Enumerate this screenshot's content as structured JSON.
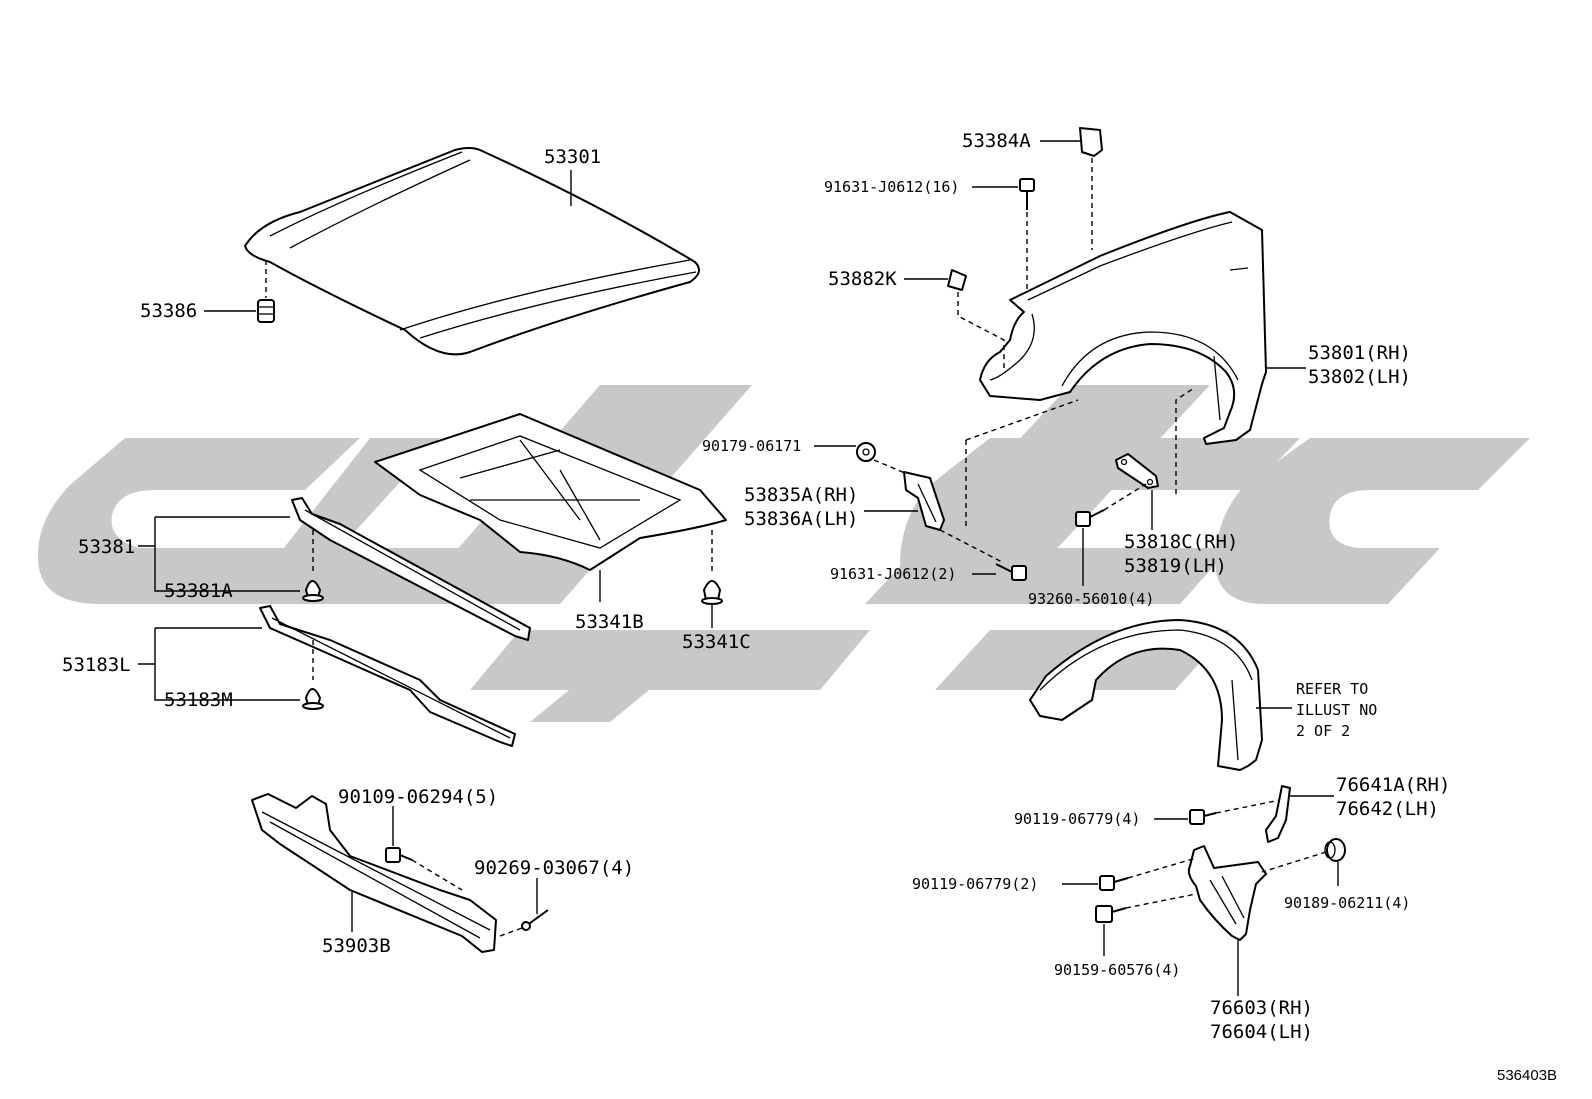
{
  "watermark": {
    "color": "#c8c8c8"
  },
  "labels": {
    "hood": "53301",
    "hood_cushion": "53386",
    "hood_insulator": "53341B",
    "insulator_clip": "53341C",
    "support_upper": "53381",
    "support_upper_clip": "53381A",
    "support_lower": "53183L",
    "support_lower_clip": "53183M",
    "bolt_a": "90109-06294(5)",
    "rivet": "90269-03067(4)",
    "front_beam": "53903B",
    "hinge_cover": "53384A",
    "fender_bolt_16": "91631-J0612(16)",
    "fender_seal": "53882K",
    "fender_rh": "53801(RH)",
    "fender_lh": "53802(LH)",
    "fender_nut": "90179-06171",
    "bracket_rh": "53835A(RH)",
    "bracket_lh": "53836A(LH)",
    "fender_bolt_2": "91631-J0612(2)",
    "bolt_93260": "93260-56010(4)",
    "fender_brkt_rh": "53818C(RH)",
    "fender_brkt_lh": "53819(LH)",
    "refer_line1": "REFER TO",
    "refer_line2": "ILLUST NO",
    "refer_line3": "2 OF 2",
    "mudguard_brkt_rh": "76641A(RH)",
    "mudguard_brkt_lh": "76642(LH)",
    "bolt_90119_4": "90119-06779(4)",
    "bolt_90119_2": "90119-06779(2)",
    "clip_90189": "90189-06211(4)",
    "bolt_90159": "90159-60576(4)",
    "mudguard_rh": "76603(RH)",
    "mudguard_lh": "76604(LH)",
    "diagram_code": "536403B"
  }
}
